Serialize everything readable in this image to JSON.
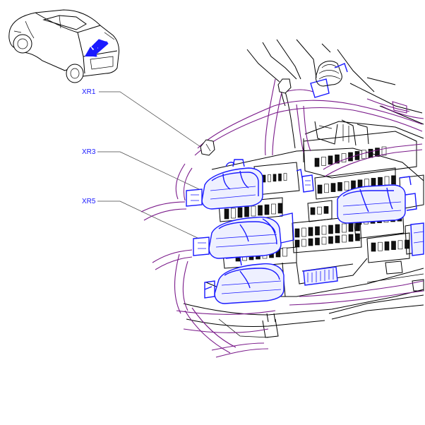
{
  "labels": {
    "xr1": "XR1",
    "xr3": "XR3",
    "xr5": "XR5"
  },
  "icons": {
    "car": "hatchback-car-icon",
    "arrow": "location-arrow-icon"
  },
  "colors": {
    "highlight": "#1a1aff",
    "harness": "#7a1a8a",
    "outline": "#000000",
    "background": "#ffffff"
  }
}
